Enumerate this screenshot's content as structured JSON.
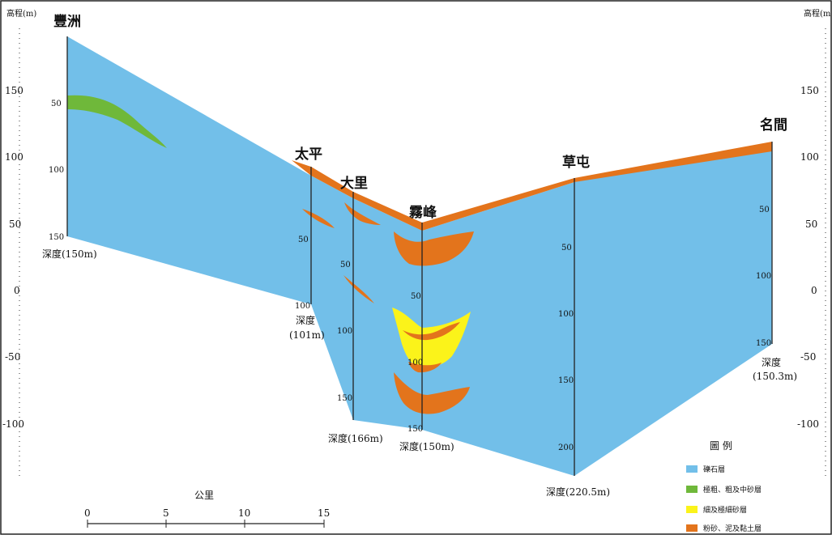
{
  "axis": {
    "left_label": "高程(m)",
    "right_label": "高程(m",
    "ticks": [
      "150",
      "100",
      "50",
      "0",
      "-50",
      "-100"
    ]
  },
  "stations": {
    "fengzhou": "豐洲",
    "taiping": "太平",
    "dali": "大里",
    "wufeng": "霧峰",
    "caotun": "草屯",
    "mingjian": "名間"
  },
  "depth_labels": {
    "fengzhou": "深度(150m)",
    "taiping_1": "深度",
    "taiping_2": "(101m)",
    "dali": "深度(166m)",
    "wufeng": "深度(150m)",
    "caotun": "深度(220.5m)",
    "mingjian_1": "深度",
    "mingjian_2": "(150.3m)"
  },
  "well_ticks": {
    "fengzhou": [
      "50",
      "100",
      "150"
    ],
    "taiping": [
      "50",
      "100"
    ],
    "dali": [
      "50",
      "100",
      "150"
    ],
    "wufeng": [
      "50",
      "100",
      "150"
    ],
    "caotun": [
      "50",
      "100",
      "150",
      "200"
    ],
    "mingjian": [
      "50",
      "100",
      "150"
    ]
  },
  "scale_bar": {
    "title": "公里",
    "ticks": [
      "0",
      "5",
      "10",
      "15"
    ]
  },
  "legend": {
    "title": "圖 例",
    "items": [
      {
        "label": "礫石層",
        "color": "#72bfe9"
      },
      {
        "label": "極粗、粗及中砂層",
        "color": "#6fb83a"
      },
      {
        "label": "細及極細砂層",
        "color": "#fbf31a"
      },
      {
        "label": "粉砂、泥及黏土層",
        "color": "#e3741c"
      }
    ]
  }
}
